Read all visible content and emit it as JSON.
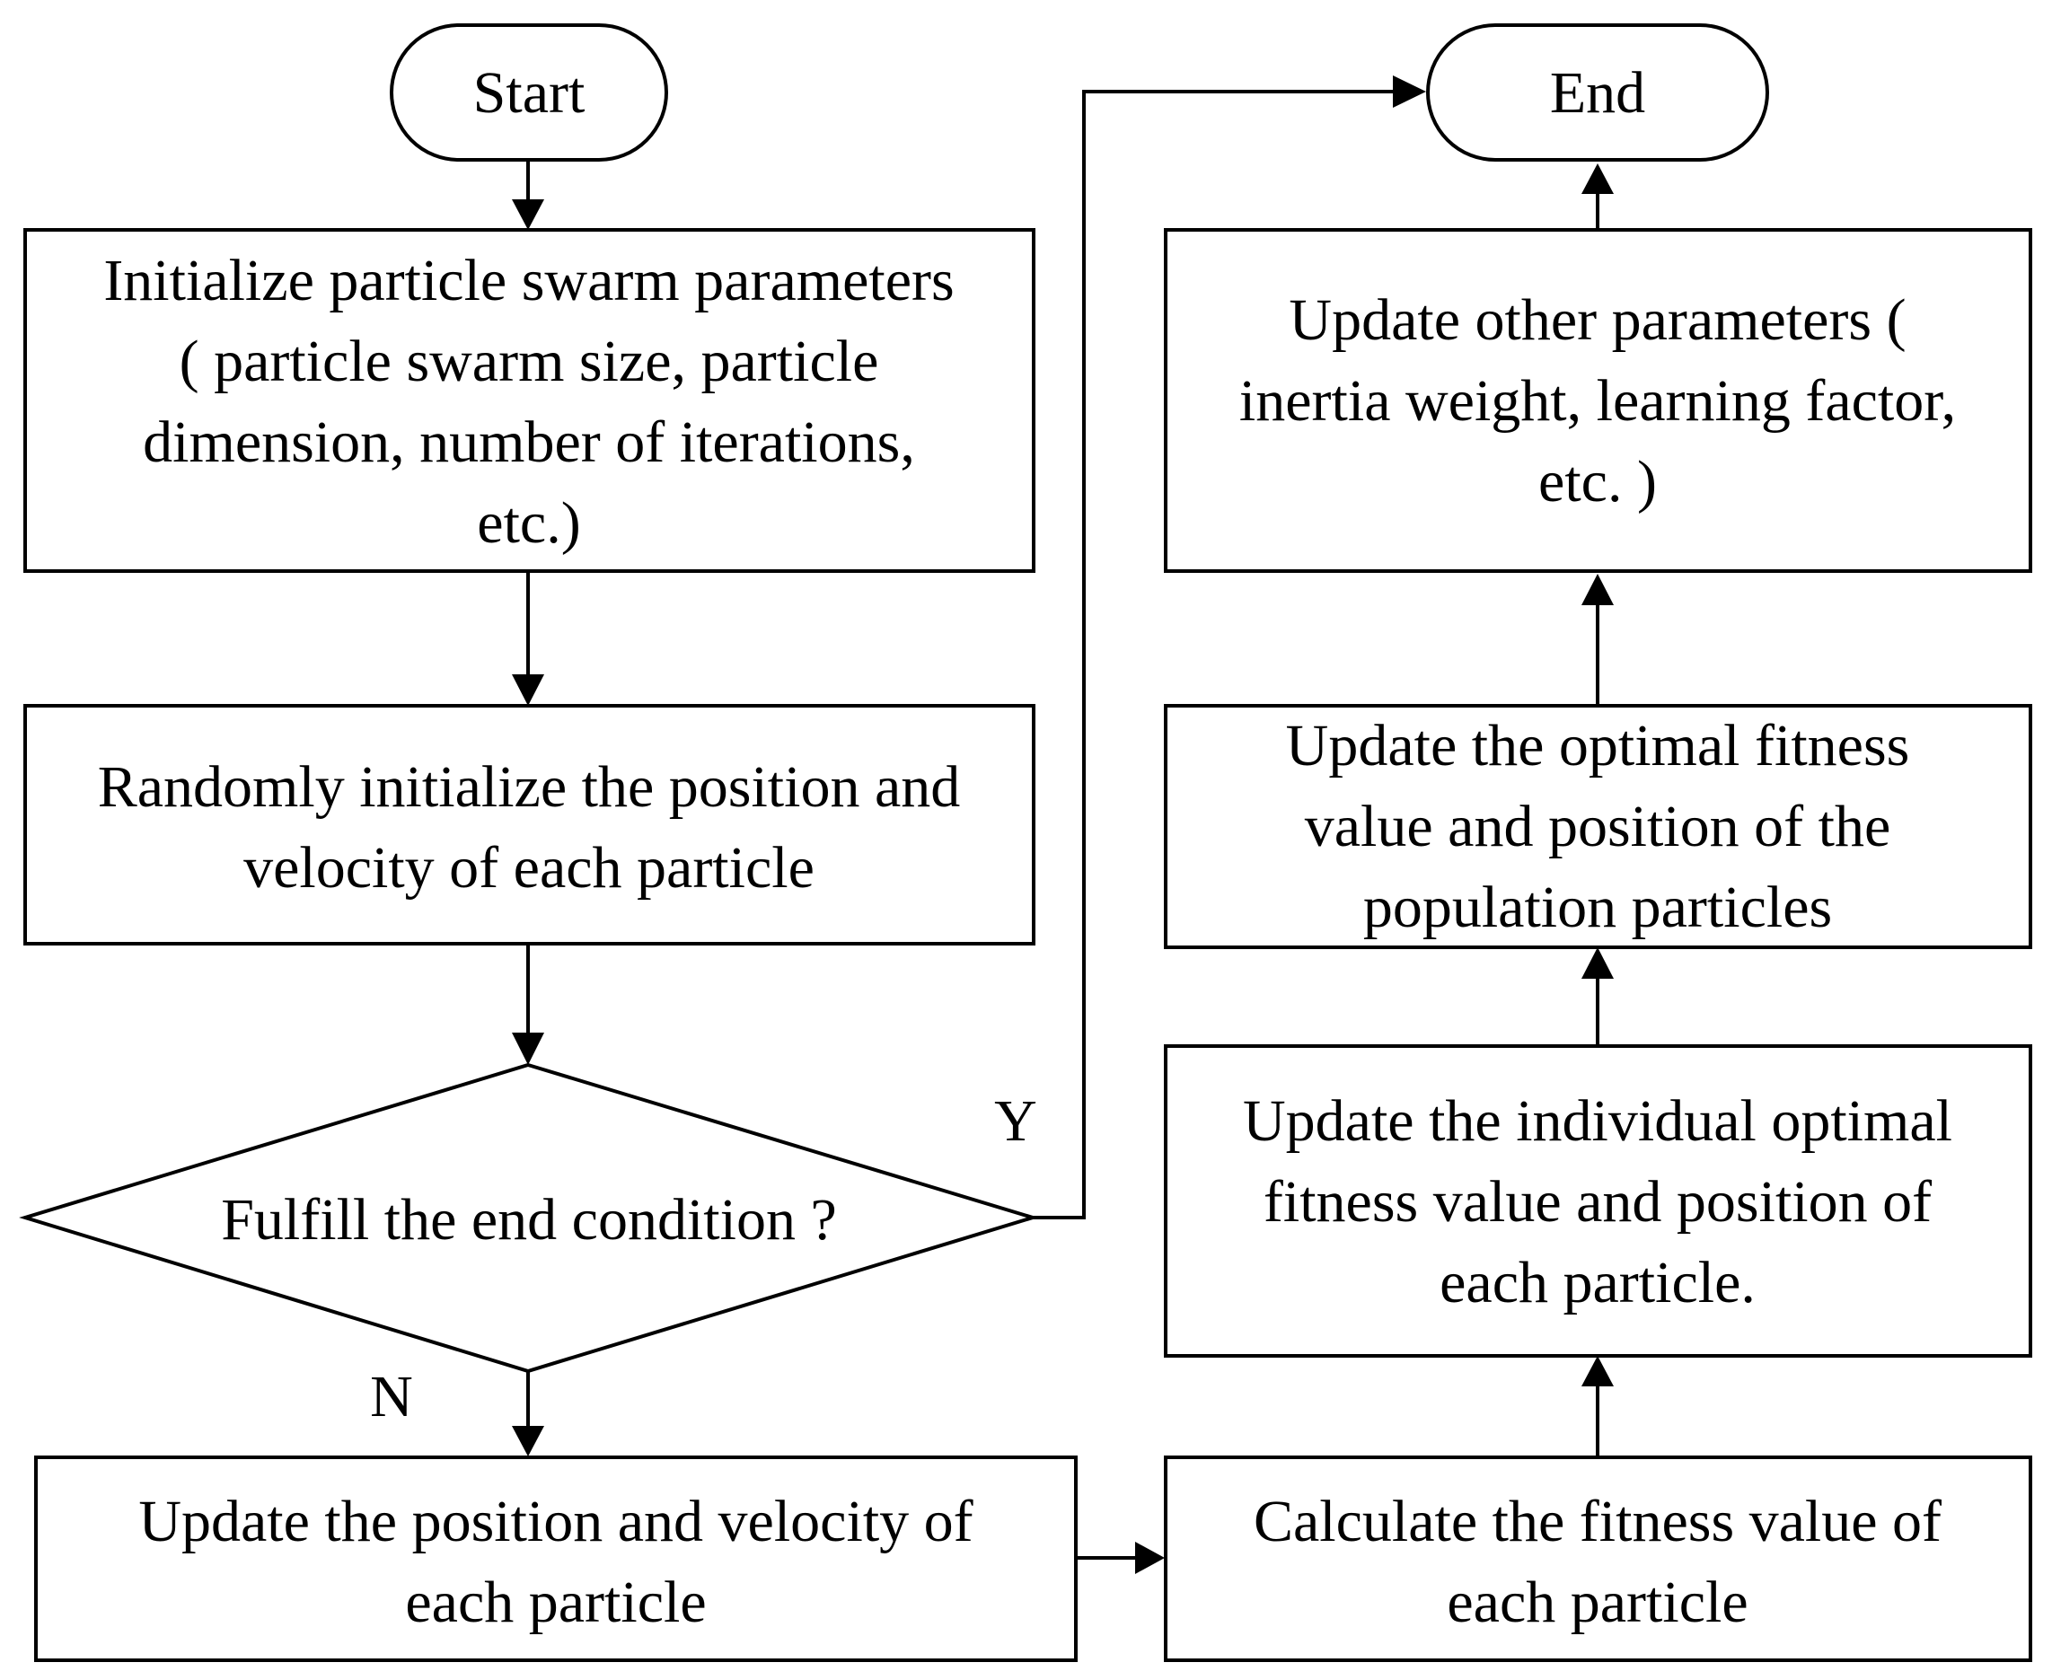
{
  "nodes": {
    "start": {
      "shape": "terminal",
      "lines": [
        "Start"
      ]
    },
    "init_params": {
      "shape": "process",
      "lines": [
        "Initialize particle swarm parameters",
        "( particle swarm size, particle",
        "dimension, number of iterations,",
        "etc.)"
      ]
    },
    "random_init": {
      "shape": "process",
      "lines": [
        "Randomly initialize the position and",
        "velocity of each particle"
      ]
    },
    "end_condition": {
      "shape": "decision",
      "lines": [
        "Fulfill the end condition ?"
      ]
    },
    "update_pos_vel": {
      "shape": "process",
      "lines": [
        "Update the position and velocity of",
        "each particle"
      ]
    },
    "calc_fitness": {
      "shape": "process",
      "lines": [
        "Calculate the fitness value of",
        "each particle"
      ]
    },
    "update_individual": {
      "shape": "process",
      "lines": [
        "Update the individual optimal",
        "fitness value and position of",
        "each particle."
      ]
    },
    "update_population": {
      "shape": "process",
      "lines": [
        "Update the optimal fitness",
        "value and position of the",
        "population particles"
      ]
    },
    "update_other": {
      "shape": "process",
      "lines": [
        "Update other parameters (",
        "inertia weight, learning factor,",
        "etc. )"
      ]
    },
    "end": {
      "shape": "terminal",
      "lines": [
        "End"
      ]
    }
  },
  "edges": [
    {
      "from": "start",
      "to": "init_params",
      "label": ""
    },
    {
      "from": "init_params",
      "to": "random_init",
      "label": ""
    },
    {
      "from": "random_init",
      "to": "end_condition",
      "label": ""
    },
    {
      "from": "end_condition",
      "to": "end",
      "label": "Y"
    },
    {
      "from": "end_condition",
      "to": "update_pos_vel",
      "label": "N"
    },
    {
      "from": "update_pos_vel",
      "to": "calc_fitness",
      "label": ""
    },
    {
      "from": "calc_fitness",
      "to": "update_individual",
      "label": ""
    },
    {
      "from": "update_individual",
      "to": "update_population",
      "label": ""
    },
    {
      "from": "update_population",
      "to": "update_other",
      "label": ""
    },
    {
      "from": "update_other",
      "to": "end",
      "label": ""
    }
  ],
  "colors": {
    "stroke": "#000000",
    "fill": "#ffffff",
    "text": "#000000"
  }
}
